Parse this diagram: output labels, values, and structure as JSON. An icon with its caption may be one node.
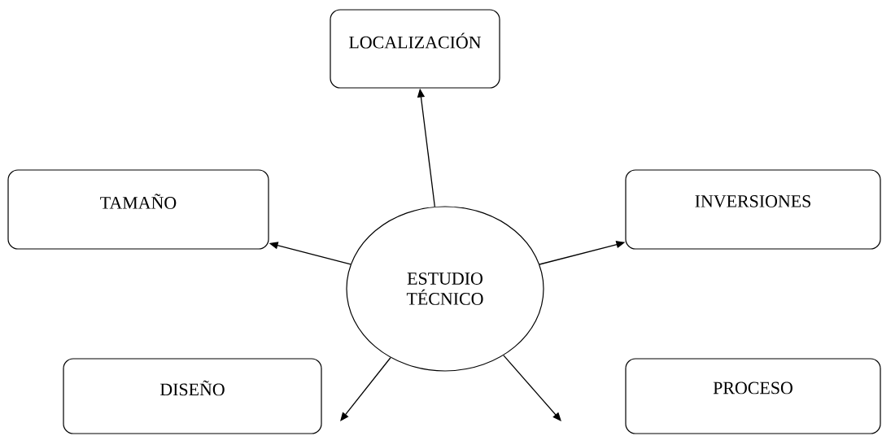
{
  "diagram": {
    "nodes": [
      {
        "text": [
          "LOCALIZACIÓN"
        ]
      },
      {
        "text": [
          "TAMAÑO"
        ]
      },
      {
        "text": [
          "INVERSIONES"
        ]
      },
      {
        "text": [
          "ESTUDIO TÉCNICO"
        ]
      },
      {
        "text": [
          "DISEÑO"
        ]
      },
      {
        "text": [
          "PROCESO"
        ]
      }
    ],
    "edges": [
      {
        "from": 3,
        "to": 0,
        "arrow": "to"
      },
      {
        "from": 3,
        "to": 1,
        "arrow": "to"
      },
      {
        "from": 3,
        "to": 2,
        "arrow": "to"
      },
      {
        "from": 3,
        "to": null,
        "arrow": "to"
      },
      {
        "from": 3,
        "to": null,
        "arrow": "to"
      }
    ]
  }
}
